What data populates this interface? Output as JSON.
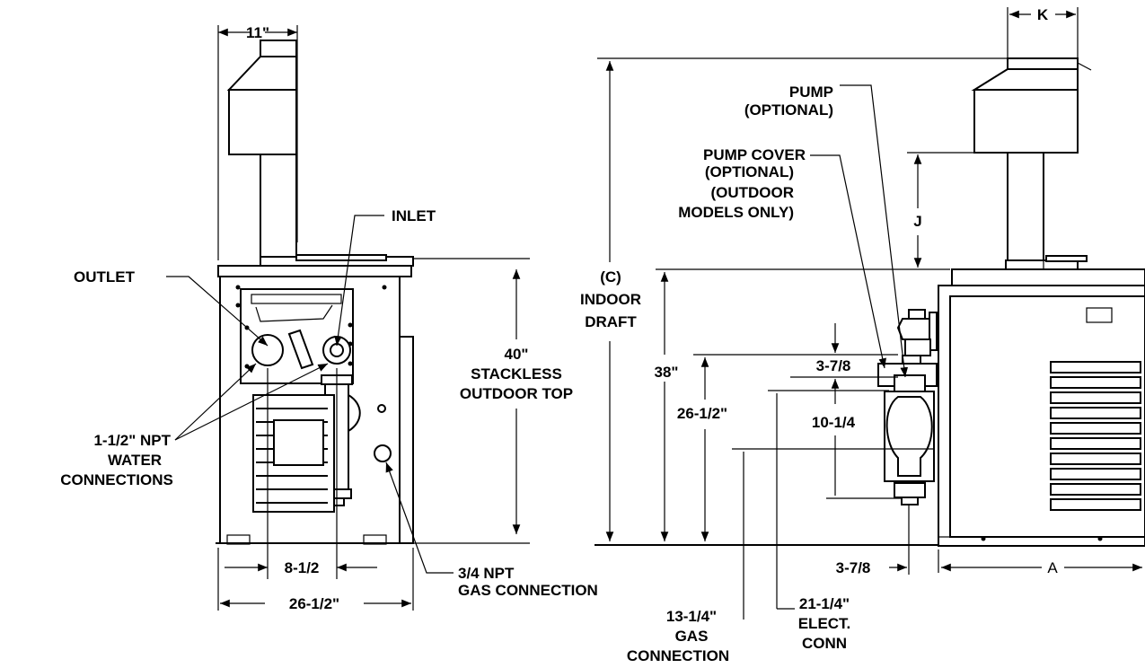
{
  "labels": {
    "width_top": "11\"",
    "inlet": "INLET",
    "outlet": "OUTLET",
    "npt_line1": "1-1/2\" NPT",
    "npt_line2": "WATER",
    "npt_line3": "CONNECTIONS",
    "stackless_height": "40\"",
    "stackless_line1": "STACKLESS",
    "stackless_line2": "OUTDOOR TOP",
    "inner_spacing": "8-1/2",
    "overall_width": "26-1/2\"",
    "gas_conn_line1": "3/4 NPT",
    "gas_conn_line2": "GAS CONNECTION",
    "c_line1": "(C)",
    "c_line2": "INDOOR",
    "c_line3": "DRAFT",
    "height_38": "38\"",
    "height_26": "26-1/2\"",
    "pump_line1": "PUMP",
    "pump_line2": "(OPTIONAL)",
    "pumpcover_line1": "PUMP COVER",
    "pumpcover_line2": "(OPTIONAL)",
    "pumpcover_line3": "(OUTDOOR",
    "pumpcover_line4": "MODELS ONLY)",
    "dim_j": "J",
    "dim_k": "K",
    "dim_a": "A",
    "dim_378_top": "3-7/8",
    "dim_1014": "10-1/4",
    "dim_378_bottom": "3-7/8",
    "gas_height_line1": "13-1/4\"",
    "gas_height_line2": "GAS",
    "gas_height_line3": "CONNECTION",
    "elect_line1": "21-1/4\"",
    "elect_line2": "ELECT.",
    "elect_line3": "CONN"
  }
}
